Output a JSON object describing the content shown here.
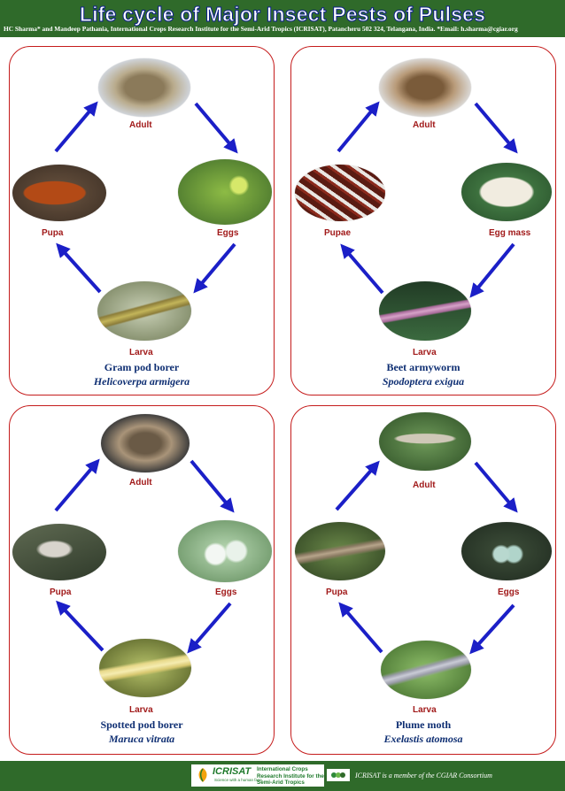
{
  "header": {
    "title": "Life cycle of Major Insect Pests of Pulses",
    "authors": "HC Sharma* and Mandeep Pathania, International Crops Research Institute for the Semi-Arid Tropics (ICRISAT), Patancheru 502 324, Telangana, India. *Email: h.sharma@cgiar.org"
  },
  "panels": [
    {
      "adult": "Adult",
      "left": "Pupa",
      "right": "Eggs",
      "bottom": "Larva",
      "common": "Gram pod borer",
      "scientific": "Helicoverpa armigera"
    },
    {
      "adult": "Adult",
      "left": "Pupae",
      "right": "Egg mass",
      "bottom": "Larva",
      "common": "Beet armyworm",
      "scientific": "Spodoptera exigua"
    },
    {
      "adult": "Adult",
      "left": "Pupa",
      "right": "Eggs",
      "bottom": "Larva",
      "common": "Spotted pod borer",
      "scientific": "Maruca vitrata"
    },
    {
      "adult": "Adult",
      "left": "Pupa",
      "right": "Eggs",
      "bottom": "Larva",
      "common": "Plume moth",
      "scientific": "Exelastis atomosa"
    }
  ],
  "footer": {
    "logo_name": "ICRISAT",
    "logo_tagline": "Science with a human face",
    "logo_fullname": "International Crops Research Institute for the Semi-Arid Tropics",
    "consortium": "ICRISAT is a member of the CGIAR Consortium"
  },
  "colors": {
    "bar": "#2f6a2a",
    "arrow": "#1b1fc7",
    "panel_border": "#c51c1c",
    "stage_label": "#a11a1a",
    "species_text": "#0f2f73"
  }
}
